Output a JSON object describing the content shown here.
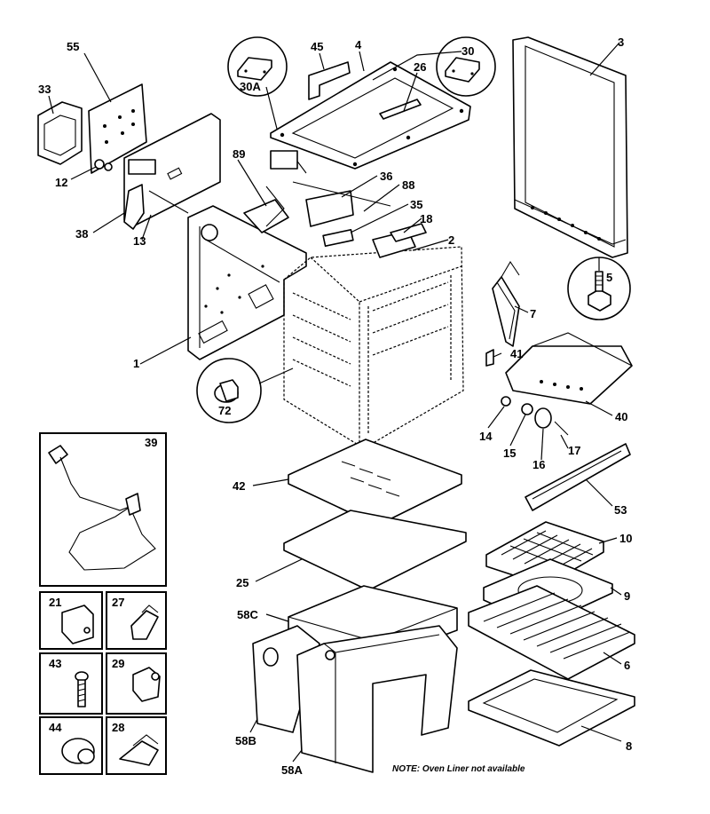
{
  "callouts": {
    "c55": "55",
    "c33": "33",
    "c12": "12",
    "c13": "13",
    "c38": "38",
    "c89": "89",
    "c45": "45",
    "c4": "4",
    "c30A": "30A",
    "c26": "26",
    "c30": "30",
    "c3": "3",
    "c36": "36",
    "c88": "88",
    "c35": "35",
    "c18": "18",
    "c2": "2",
    "c5": "5",
    "c7": "7",
    "c41": "41",
    "c1": "1",
    "c72": "72",
    "c40": "40",
    "c14": "14",
    "c15": "15",
    "c16": "16",
    "c17": "17",
    "c53": "53",
    "c39": "39",
    "c42": "42",
    "c25": "25",
    "c10": "10",
    "c9": "9",
    "c58C": "58C",
    "c6": "6",
    "c58B": "58B",
    "c58A": "58A",
    "c8": "8",
    "c21": "21",
    "c27": "27",
    "c43": "43",
    "c29": "29",
    "c44": "44",
    "c28": "28"
  },
  "note": "NOTE: Oven Liner not available"
}
